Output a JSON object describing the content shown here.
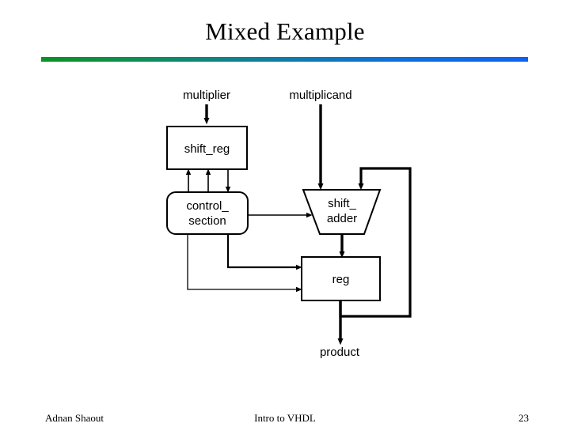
{
  "slide": {
    "title": "Mixed Example",
    "rule_gradient_from": "#0b9123",
    "rule_gradient_to": "#0f62f0"
  },
  "diagram": {
    "name": "multiplier-datapath-block-diagram",
    "stroke_color": "#000000",
    "fill_color": "#ffffff",
    "labels": {
      "input_multiplier": "multiplier",
      "input_multiplicand": "multiplicand",
      "block_shift_reg": "shift_reg",
      "block_control_section_line1": "control_",
      "block_control_section_line2": "section",
      "block_shift_adder_line1": "shift_",
      "block_shift_adder_line2": "adder",
      "block_reg": "reg",
      "output_product": "product"
    }
  },
  "footer": {
    "author": "Adnan Shaout",
    "center": "Intro to VHDL",
    "page": "23"
  }
}
